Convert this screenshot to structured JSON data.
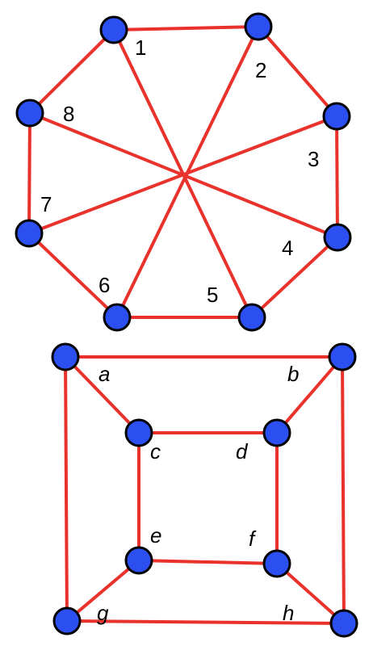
{
  "colors": {
    "edge": "#e8322b",
    "node_fill": "#2b4ff0",
    "node_stroke": "#000000",
    "label": "#000000"
  },
  "graph_top": {
    "labels": [
      "1",
      "2",
      "3",
      "4",
      "5",
      "6",
      "7",
      "8"
    ]
  },
  "graph_bottom": {
    "labels": [
      "a",
      "b",
      "c",
      "d",
      "e",
      "f",
      "g",
      "h"
    ]
  }
}
